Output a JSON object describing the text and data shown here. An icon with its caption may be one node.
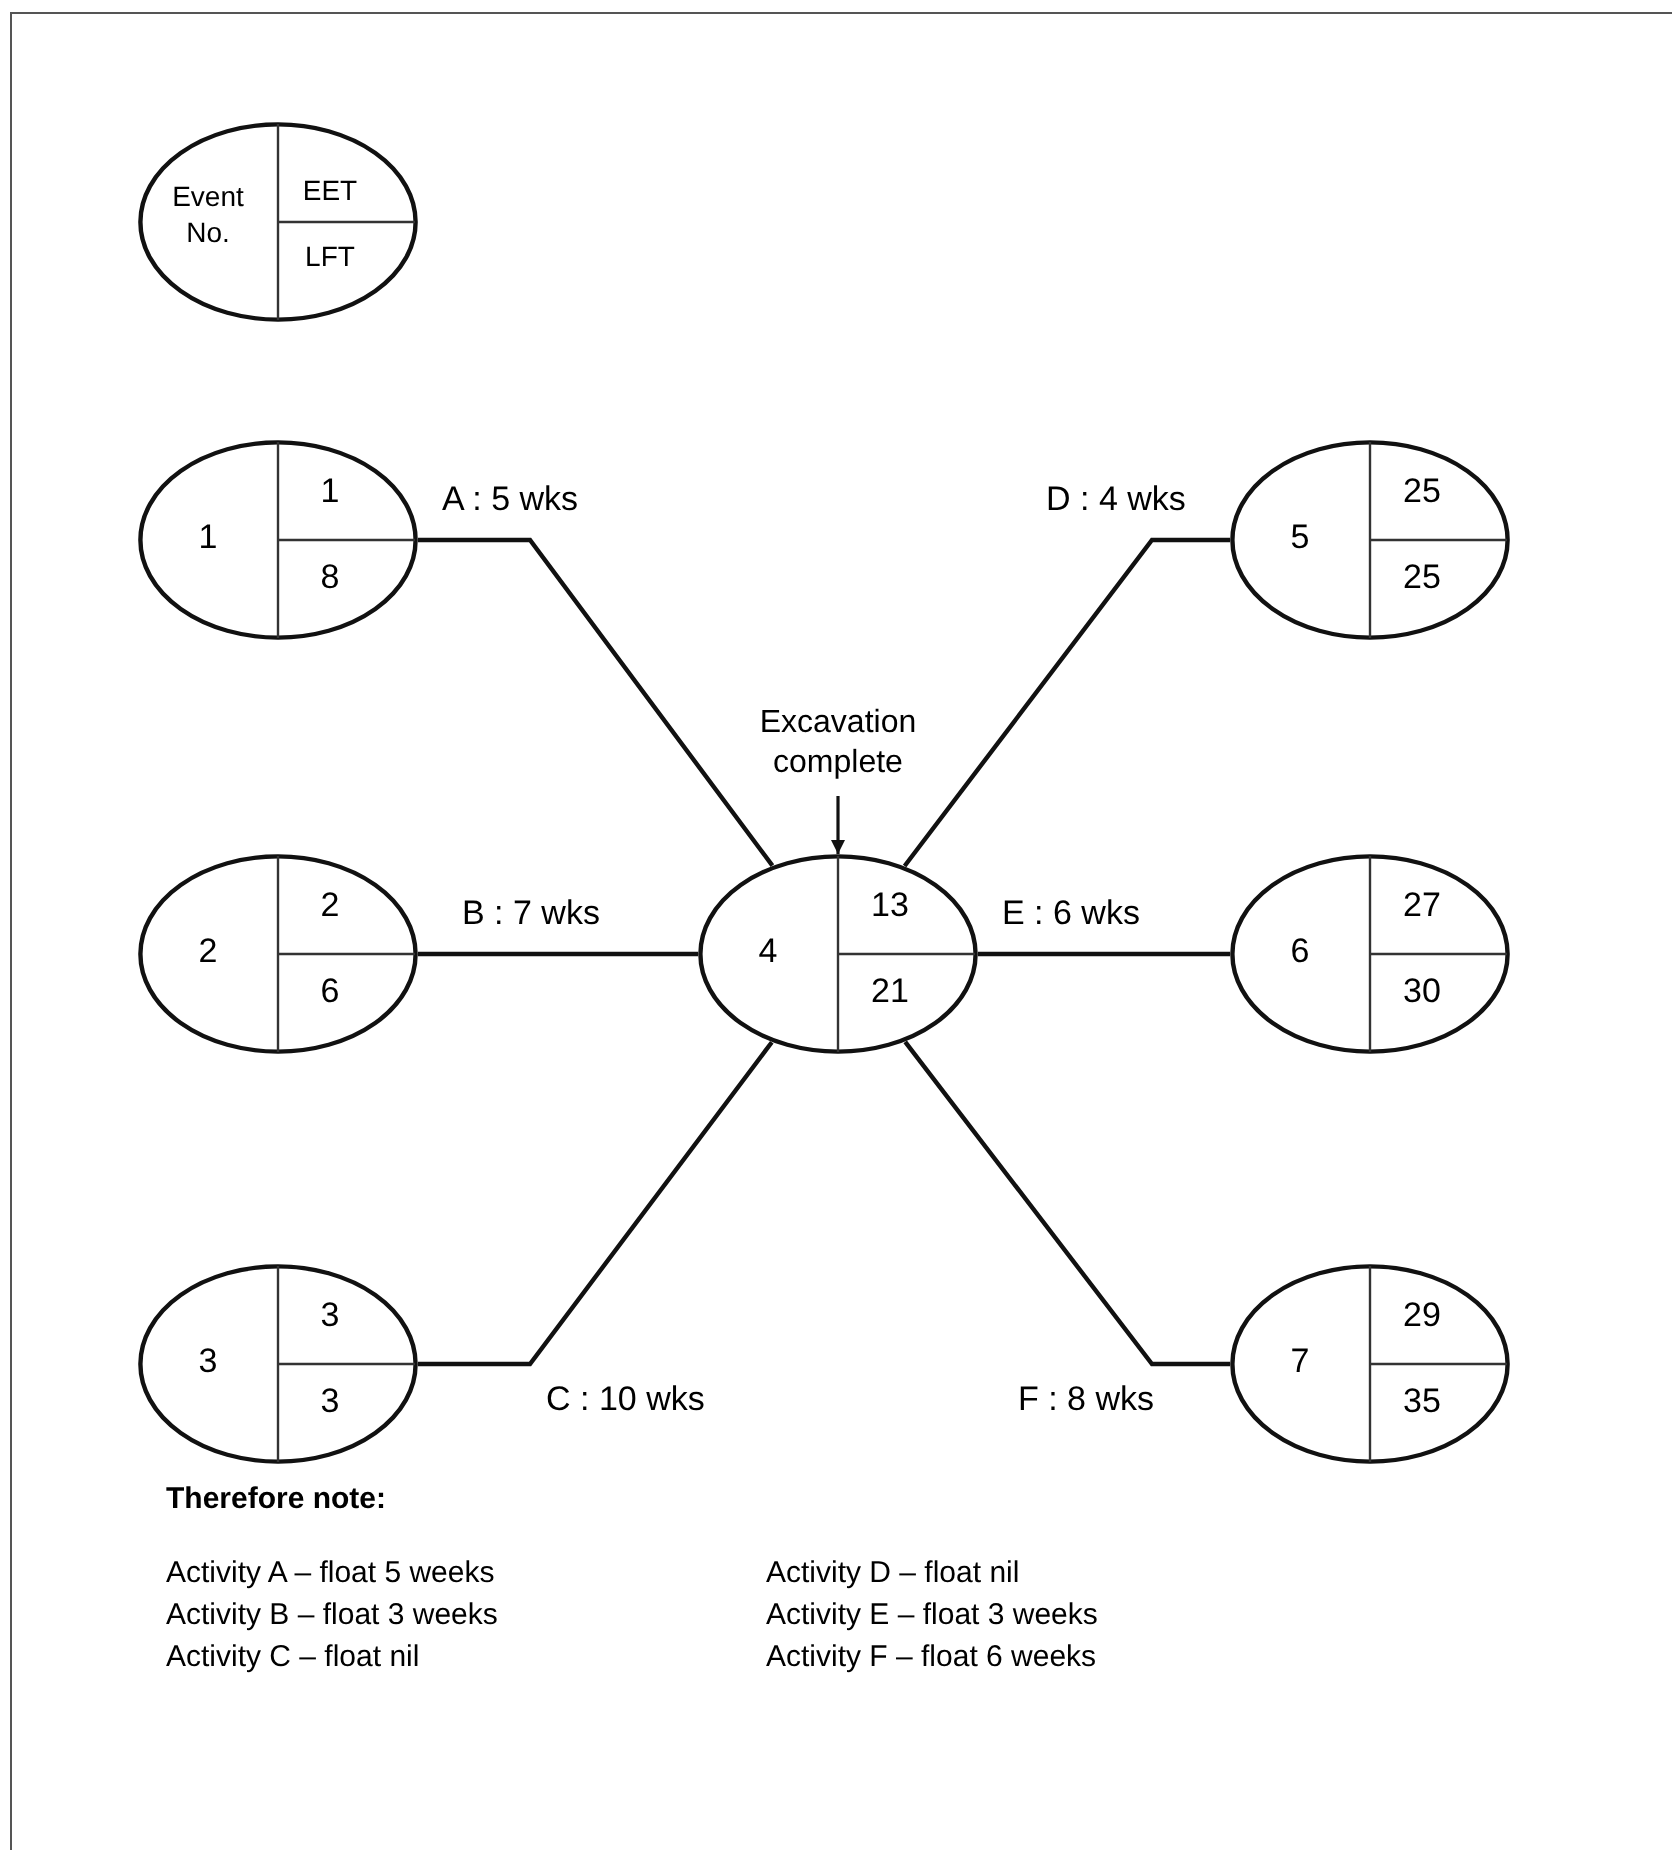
{
  "diagram": {
    "nodes": [
      {
        "text": [
          "Event No.",
          "EET",
          "LFT"
        ]
      },
      {
        "text": [
          "1",
          "1",
          "8"
        ]
      },
      {
        "text": [
          "2",
          "2",
          "6"
        ]
      },
      {
        "text": [
          "3",
          "3",
          "3"
        ]
      },
      {
        "text": [
          "4",
          "13",
          "21"
        ]
      },
      {
        "text": [
          "5",
          "25",
          "25"
        ]
      },
      {
        "text": [
          "6",
          "27",
          "30"
        ]
      },
      {
        "text": [
          "7",
          "29",
          "35"
        ]
      },
      {
        "text": [
          "Excavation complete"
        ]
      }
    ],
    "edges": [
      {
        "from": 1,
        "to": 4,
        "arrow": "none",
        "label": "A : 5 wks"
      },
      {
        "from": 2,
        "to": 4,
        "arrow": "none",
        "label": "B : 7 wks"
      },
      {
        "from": 3,
        "to": 4,
        "arrow": "none",
        "label": "C : 10 wks"
      },
      {
        "from": 4,
        "to": 5,
        "arrow": "none",
        "label": "D : 4 wks"
      },
      {
        "from": 4,
        "to": 6,
        "arrow": "none",
        "label": "E : 6 wks"
      },
      {
        "from": 4,
        "to": 7,
        "arrow": "none",
        "label": "F : 8 wks"
      },
      {
        "from": 8,
        "to": 4,
        "arrow": "to"
      }
    ],
    "labels": [
      "Therefore note:",
      "Activity A – float 5 weeks",
      "Activity B – float 3 weeks",
      "Activity C – float nil",
      "Activity D – float nil",
      "Activity E – float 3 weeks",
      "Activity F – float 6 weeks"
    ]
  }
}
